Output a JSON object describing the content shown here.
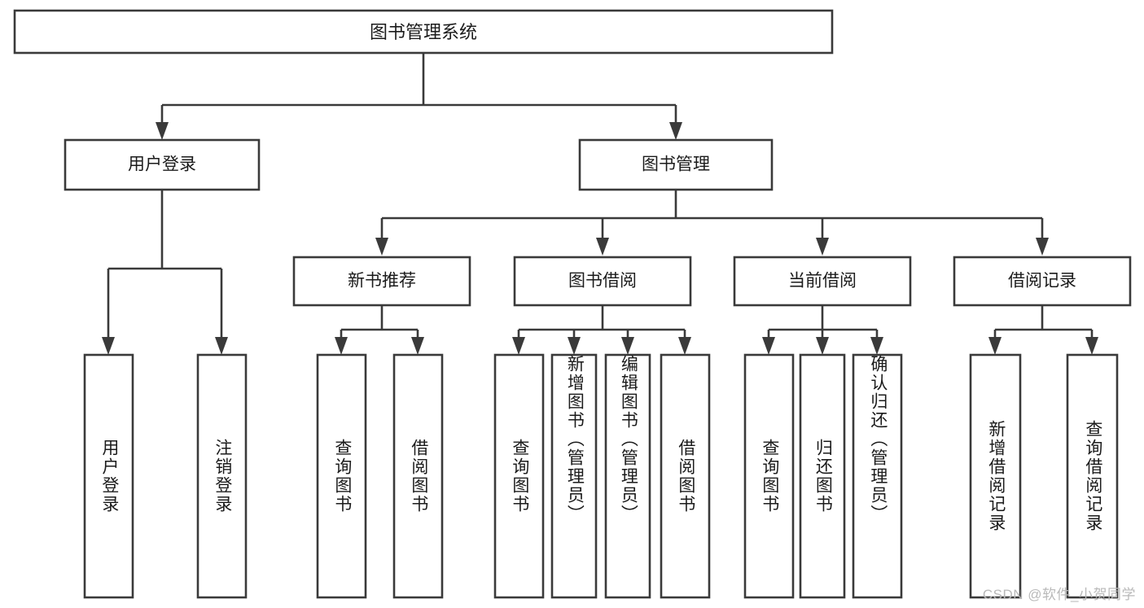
{
  "diagram": {
    "type": "tree-hierarchy-chart",
    "title": "图书管理系统",
    "watermark": "CSDN @软件_小贺同学",
    "colors": {
      "stroke": "#3a3a3a",
      "fill": "#ffffff",
      "text": "#1b1b1b",
      "watermark": "#b9b9b9"
    },
    "levels": {
      "root": {
        "label": "图书管理系统"
      },
      "level2": [
        {
          "label": "用户登录"
        },
        {
          "label": "图书管理"
        }
      ],
      "level3": [
        {
          "label": "新书推荐"
        },
        {
          "label": "图书借阅"
        },
        {
          "label": "当前借阅"
        },
        {
          "label": "借阅记录"
        }
      ],
      "leaves": {
        "user_login": [
          {
            "label": "用户登录"
          },
          {
            "label": "注销登录"
          }
        ],
        "new_book_recommend": [
          {
            "label": "查询图书"
          },
          {
            "label": "借阅图书"
          }
        ],
        "book_borrow": [
          {
            "label": "查询图书"
          },
          {
            "label": "新增图书（管理员）"
          },
          {
            "label": "编辑图书（管理员）"
          },
          {
            "label": "借阅图书"
          }
        ],
        "current_borrow": [
          {
            "label": "查询图书"
          },
          {
            "label": "归还图书"
          },
          {
            "label": "确认归还（管理员）"
          }
        ],
        "borrow_record": [
          {
            "label": "新增借阅记录"
          },
          {
            "label": "查询借阅记录"
          }
        ]
      }
    }
  }
}
